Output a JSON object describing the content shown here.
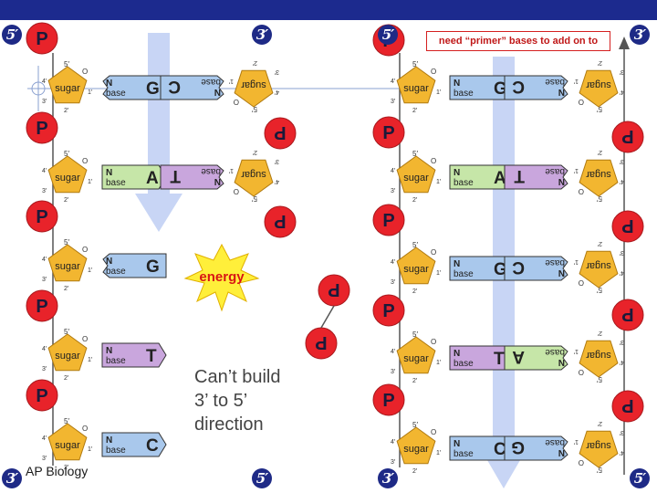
{
  "ends": {
    "top_left": "5′",
    "top_mid": "3′",
    "top_mid2": "5′",
    "top_right": "3′",
    "bottom_left": "3′",
    "bottom_mid": "5′",
    "bottom_mid2": "3′",
    "bottom_right": "5′"
  },
  "labels": {
    "phosphate": "P",
    "sugar": "sugar",
    "n_base": "N\nbase",
    "carbon_5": "5′",
    "carbon_4": "4′",
    "carbon_3": "3′",
    "carbon_2": "2′",
    "carbon_1": "1′",
    "oxygen": "O"
  },
  "note": "need “primer” bases to add on to",
  "energy": "energy",
  "cant_build": [
    "Can’t build",
    "3’ to 5’",
    "direction"
  ],
  "footer": "AP Biology",
  "left_strand_bases": [
    "G",
    "A",
    "G",
    "T",
    "C"
  ],
  "left_partner_bases": [
    "C",
    "T"
  ],
  "right_strand_bases": [
    "G",
    "A",
    "G",
    "T",
    "C"
  ],
  "right_partner_bases": [
    "C",
    "T",
    "C",
    "A",
    "G"
  ],
  "colors": {
    "topbar": "#1c2a8e",
    "phosphate": "#e8232a",
    "sugar": "#f2b630",
    "base_blue": "#a9c8ec",
    "base_green": "#c6e6a8",
    "base_purple": "#c9a6dd",
    "arrow": "#c8d5f5",
    "end_circle": "#1e2a86"
  }
}
